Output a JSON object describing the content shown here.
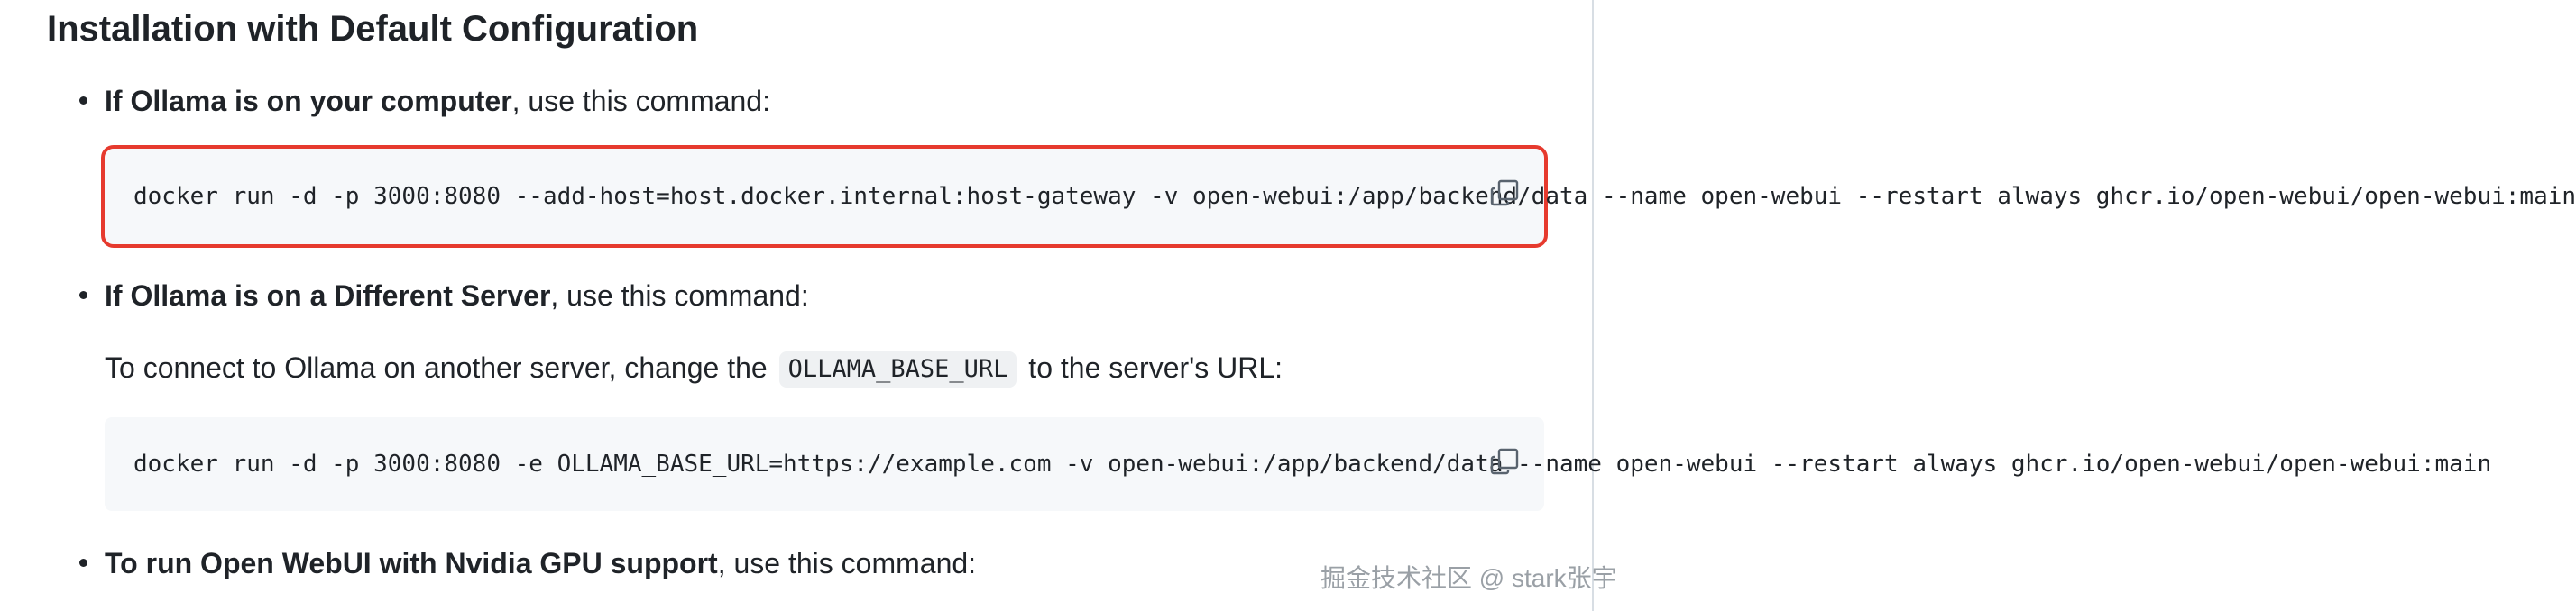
{
  "heading": "Installation with Default Configuration",
  "items": [
    {
      "bold": "If Ollama is on your computer",
      "rest": ", use this command:",
      "command": "docker run -d -p 3000:8080 --add-host=host.docker.internal:host-gateway -v open-webui:/app/backend/data --name open-webui --restart always ghcr.io/open-webui/open-webui:main"
    },
    {
      "bold": "If Ollama is on a Different Server",
      "rest": ", use this command:",
      "paragraph_before": "To connect to Ollama on another server, change the",
      "paragraph_code": "OLLAMA_BASE_URL",
      "paragraph_after": "to the server's URL:",
      "command": "docker run -d -p 3000:8080 -e OLLAMA_BASE_URL=https://example.com -v open-webui:/app/backend/data --name open-webui --restart always ghcr.io/open-webui/open-webui:main"
    },
    {
      "bold": "To run Open WebUI with Nvidia GPU support",
      "rest": ", use this command:"
    }
  ],
  "watermark": "掘金技术社区 @ stark张宇",
  "icons": {
    "copy": "copy-icon"
  },
  "colors": {
    "highlight_border": "#e63a2e",
    "code_background": "#f6f8fa",
    "text": "#1f2328"
  }
}
